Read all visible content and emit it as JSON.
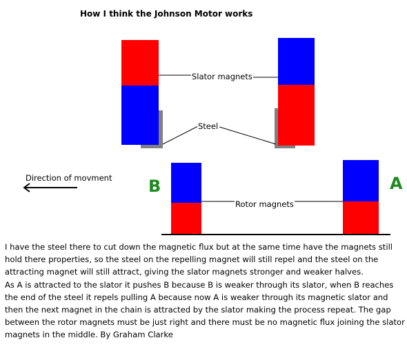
{
  "title": "How I think the Johnson Motor works",
  "labels": {
    "slator": "Slator magnets",
    "steel": "Steel",
    "rotor": "Rotor magnets",
    "direction": "Direction of movment",
    "rotor_b": "B",
    "rotor_a": "A"
  },
  "colors": {
    "north": "#ff0000",
    "south": "#0000ff",
    "steel": "#808080",
    "letters": "#1f8a1f"
  },
  "description": [
    "I have the steel there to cut down the magnetic flux but at the same time have the magnets still hold there properties, so the steel on the repelling magnet will still repel and the steel on the attracting magnet will still attract, giving the slator magnets stronger and weaker halves.",
    "As A is attracted to the slator it pushes B because B is weaker through its slator, when B reaches the end of the steel it repels pulling A because now A is weaker through its magnetic slator and then the next magnet in the chain is attracted by the slator making the process repeat. The gap between the rotor magnets must be just right and there must be no magnetic flux joining the slator magnets in the middle. By Graham Clarke"
  ]
}
